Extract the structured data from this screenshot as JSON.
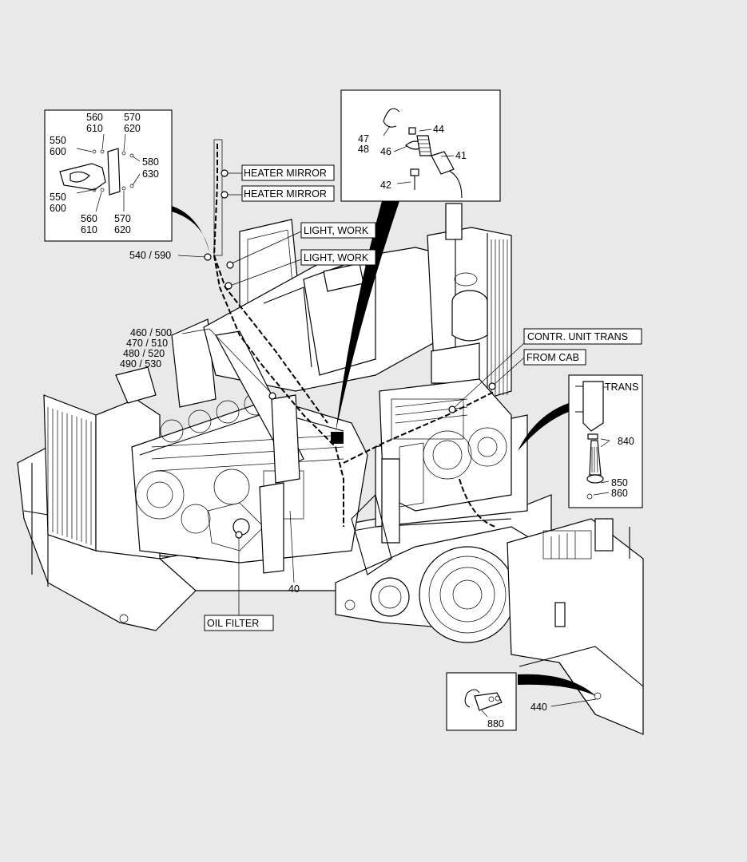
{
  "callouts": {
    "heater_mirror_1": "HEATER MIRROR",
    "heater_mirror_2": "HEATER MIRROR",
    "light_work_1": "LIGHT, WORK",
    "light_work_2": "LIGHT, WORK",
    "contr_unit_trans": "CONTR. UNIT TRANS",
    "from_cab": "FROM CAB",
    "oil_filter": "OIL FILTER",
    "trans": "TRANS"
  },
  "part_numbers": {
    "p540_590": "540 / 590",
    "p460_500": "460 / 500",
    "p470_510": "470 / 510",
    "p480_520": "480 / 520",
    "p490_530": "490 / 530",
    "p40": "40",
    "p440": "440"
  },
  "inset_handle": {
    "n560a": "560",
    "n610a": "610",
    "n570a": "570",
    "n620a": "620",
    "n550a": "550",
    "n600a": "600",
    "n580": "580",
    "n630": "630",
    "n550b": "550",
    "n600b": "600",
    "n560b": "560",
    "n610b": "610",
    "n570b": "570",
    "n620b": "620"
  },
  "inset_sensor": {
    "n47": "47",
    "n48": "48",
    "n44": "44",
    "n46": "46",
    "n41": "41",
    "n42": "42"
  },
  "inset_trans": {
    "n840": "840",
    "n850": "850",
    "n860": "860"
  },
  "inset_clip": {
    "n880": "880"
  }
}
